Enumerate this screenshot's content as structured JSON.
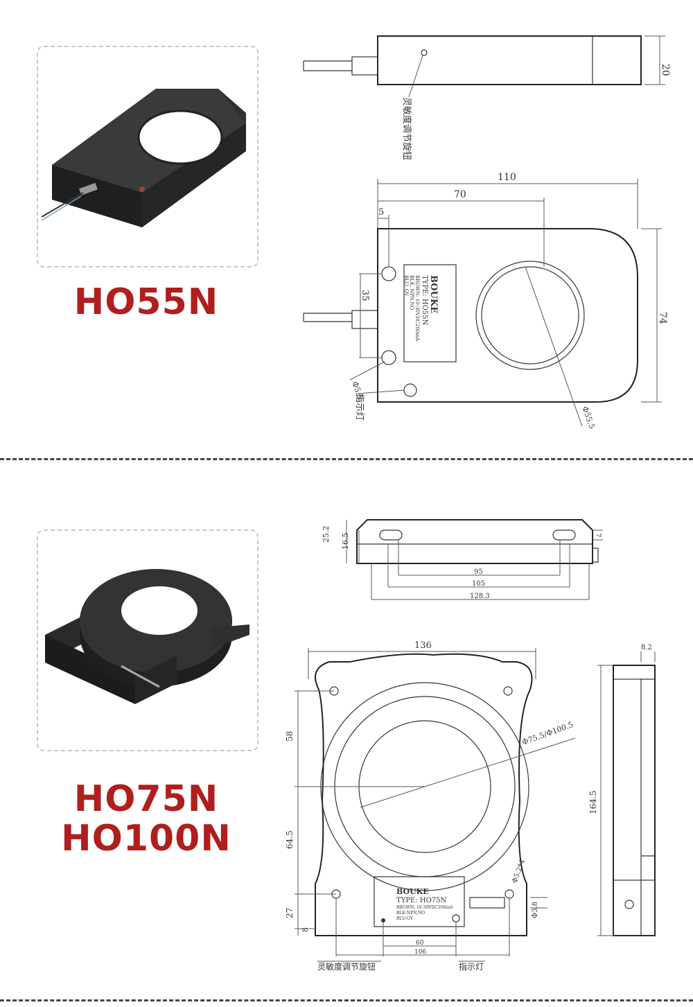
{
  "section1": {
    "model": "HO55N",
    "label": {
      "brand": "BOUKE",
      "type": "TYPE:  HO55N",
      "line1": "BROWN: 10-30VDC200mA",
      "line2": "BLK: NPN,NO",
      "line3": "BLU: OV"
    },
    "dims": {
      "thickness": "20",
      "length": "110",
      "center": "70",
      "offset": "5",
      "hole_spacing": "35",
      "height": "74",
      "hole_dia": "Φ5.5",
      "bore_dia": "Φ55.5"
    },
    "annotations": {
      "knob": "灵敏度调节旋钮",
      "indicator": "指示灯"
    }
  },
  "section2": {
    "model_line1": "HO75N",
    "model_line2": "HO100N",
    "label": {
      "brand": "BOUKE",
      "type": "TYPE:  HO75N",
      "line1": "BROWN: 10-30VDC200mA",
      "line2": "BLK:NPN,NO",
      "line3": "BLU:OV"
    },
    "dims": {
      "height_total": "25.2",
      "height_body": "16.5",
      "slot": "7",
      "slot_spacing": "95",
      "outer_spacing": "105",
      "overall_width": "128.3",
      "width": "136",
      "side_thickness": "8.2",
      "upper": "58",
      "lower": "64.5",
      "bottom": "27",
      "base": "8",
      "bore_dia": "Φ75.5/Φ100.5",
      "hole_dia": "Φ5.2*4",
      "cable_dia": "Φ3.8",
      "total_height": "164.5",
      "holes_60": "60",
      "holes_106": "106"
    },
    "annotations": {
      "knob": "灵敏度调节旋钮",
      "indicator": "指示灯"
    }
  }
}
